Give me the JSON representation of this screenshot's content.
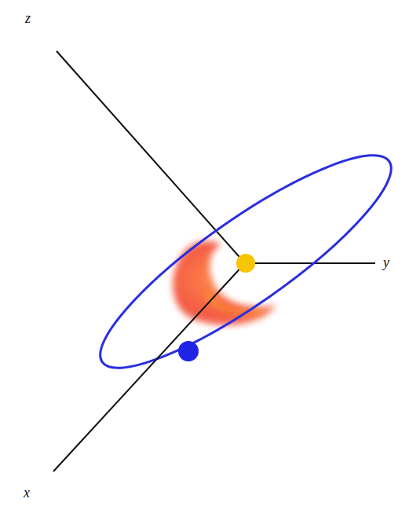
{
  "diagram": {
    "labels": [
      "z",
      "y",
      "x"
    ]
  }
}
